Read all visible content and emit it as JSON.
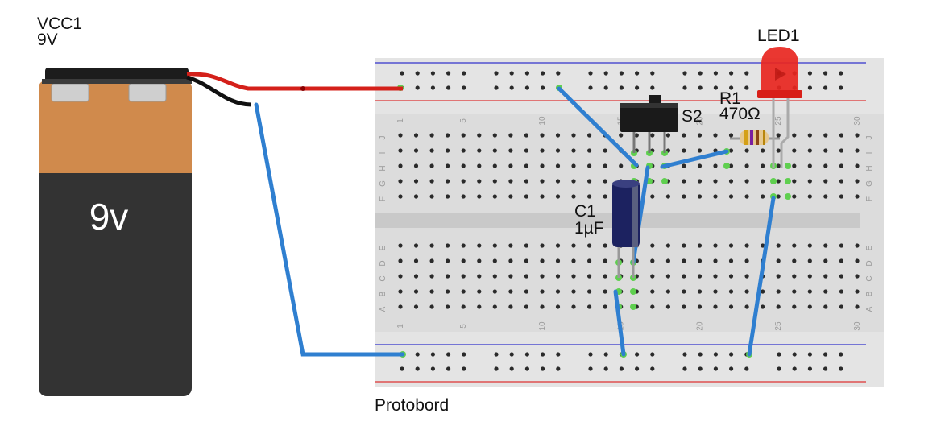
{
  "battery": {
    "name": "VCC1",
    "voltage_label": "9V",
    "face_text": "9v"
  },
  "led": {
    "name": "LED1",
    "color": "#e8261f"
  },
  "switch": {
    "name": "S2"
  },
  "resistor": {
    "name": "R1",
    "value": "470Ω"
  },
  "capacitor": {
    "name": "C1",
    "value": "1µF"
  },
  "breadboard": {
    "name": "Protobord",
    "top_numbers": [
      "1",
      "5",
      "10",
      "15",
      "20",
      "25",
      "30"
    ],
    "bottom_numbers": [
      "1",
      "5",
      "10",
      "15",
      "20",
      "25",
      "30"
    ],
    "row_letters_top": [
      "J",
      "I",
      "H",
      "G",
      "F"
    ],
    "row_letters_bottom": [
      "E",
      "D",
      "C",
      "B",
      "A"
    ]
  },
  "colors": {
    "wire": "#2f7fd0",
    "positive_lead": "#d4201a",
    "negative_lead": "#111111",
    "battery_copper": "#d08a4c",
    "battery_body": "#333333",
    "rail_positive": "#d33",
    "rail_negative": "#33c"
  }
}
